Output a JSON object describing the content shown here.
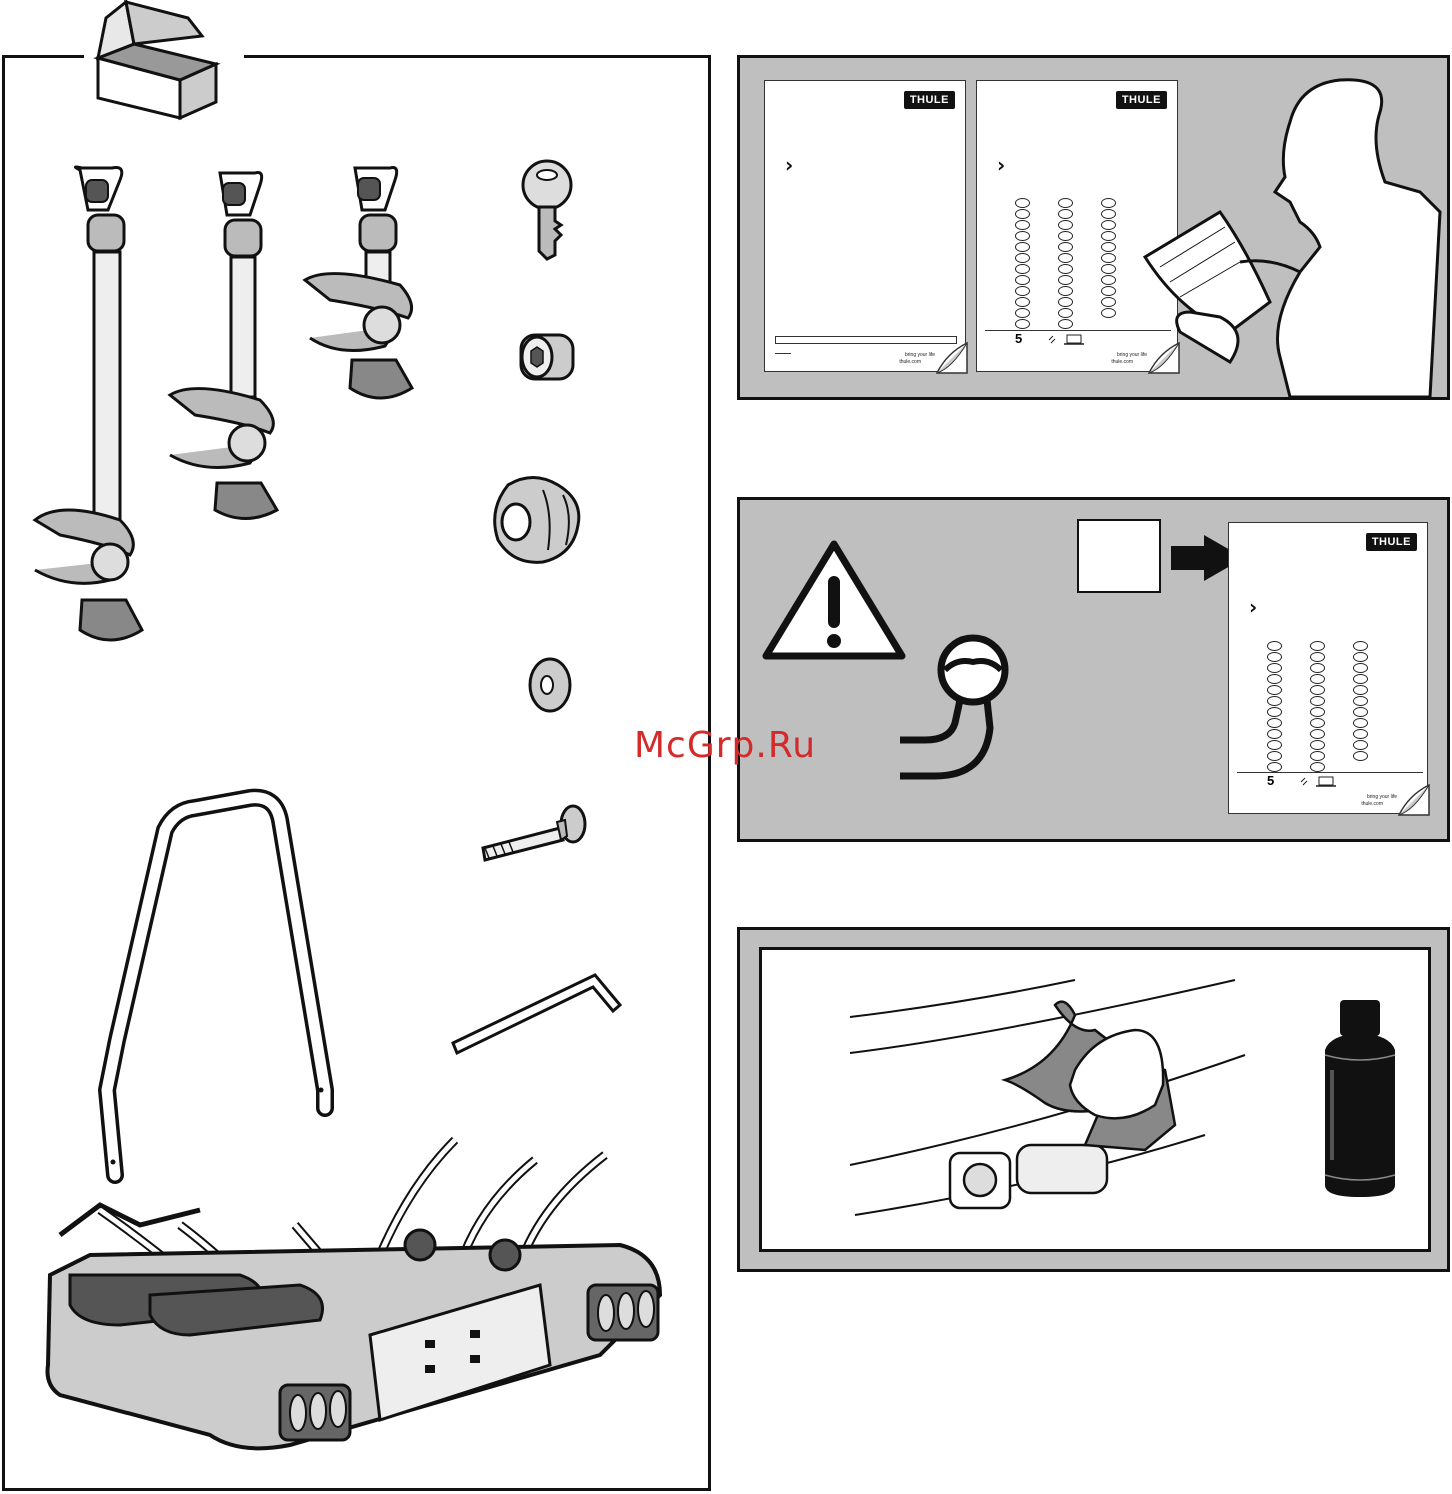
{
  "brand": {
    "logo_text": "THULE"
  },
  "manual_page": {
    "chevron": "›",
    "footer_brand_line": "bring your life",
    "footer_url": "thule.com",
    "registration_number": "5"
  },
  "watermark": {
    "text": "McGrp.Ru"
  },
  "colors": {
    "panel_gray": "#bfbfbf",
    "outline": "#111111",
    "watermark_red": "#d42a2a"
  }
}
